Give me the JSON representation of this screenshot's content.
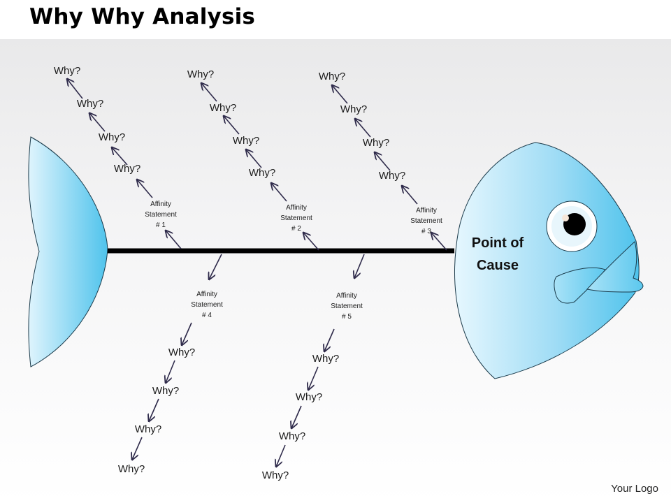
{
  "title": "Why Why Analysis",
  "colors": {
    "fish_fill_light": "#dff4fd",
    "fish_fill_dark": "#4fc3ec",
    "spine": "#000000",
    "arrow": "#2e2a4a"
  },
  "head_label": [
    "Point of",
    "Cause"
  ],
  "upper_branches": [
    {
      "statement": [
        "Affinity",
        "Statement",
        "# 1"
      ],
      "whys": [
        "Why?",
        "Why?",
        "Why?",
        "Why?"
      ]
    },
    {
      "statement": [
        "Affinity",
        "Statement",
        "# 2"
      ],
      "whys": [
        "Why?",
        "Why?",
        "Why?",
        "Why?"
      ]
    },
    {
      "statement": [
        "Affinity",
        "Statement",
        "# 3"
      ],
      "whys": [
        "Why?",
        "Why?",
        "Why?",
        "Why?"
      ]
    }
  ],
  "lower_branches": [
    {
      "statement": [
        "Affinity",
        "Statement",
        "# 4"
      ],
      "whys": [
        "Why?",
        "Why?",
        "Why?",
        "Why?"
      ]
    },
    {
      "statement": [
        "Affinity",
        "Statement",
        "# 5"
      ],
      "whys": [
        "Why?",
        "Why?",
        "Why?",
        "Why?"
      ]
    }
  ],
  "logo_text": "Your Logo"
}
